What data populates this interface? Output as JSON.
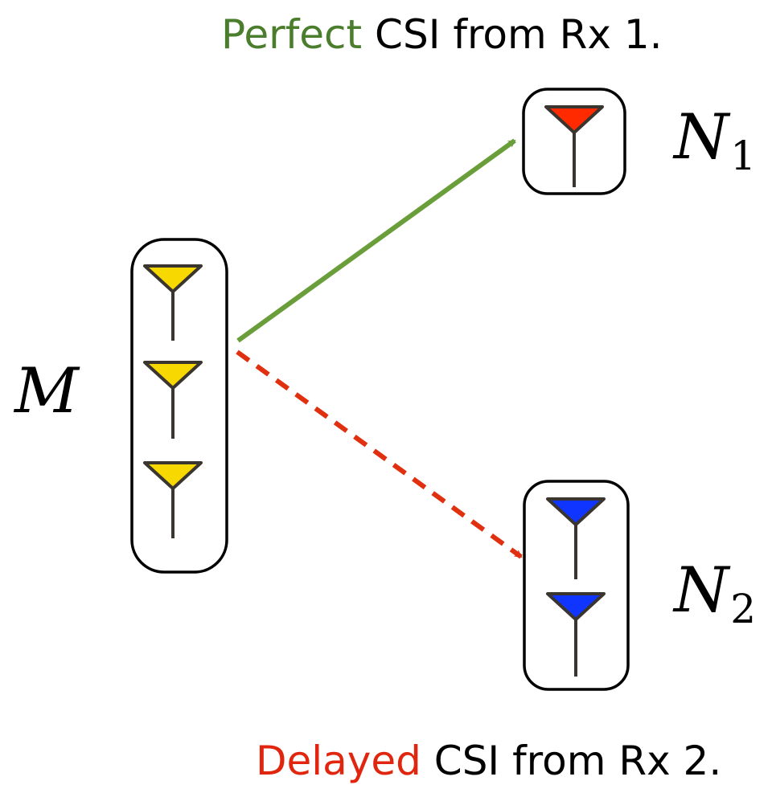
{
  "caption_top": {
    "highlight": "Perfect",
    "rest": " CSI from Rx 1.",
    "highlight_color": "#4a7d2c"
  },
  "caption_bottom": {
    "highlight": "Delayed",
    "rest": " CSI from Rx 2.",
    "highlight_color": "#e0260e"
  },
  "transmitter": {
    "label": "M",
    "antenna_count": 3,
    "antenna_color": "#f7d800"
  },
  "receiver_1": {
    "label_base": "N",
    "label_sub": "1",
    "antenna_count": 1,
    "antenna_color": "#ff2a00"
  },
  "receiver_2": {
    "label_base": "N",
    "label_sub": "2",
    "antenna_count": 2,
    "antenna_color": "#1035ff"
  },
  "links": {
    "perfect_color": "#6a9e3a",
    "delayed_color": "#e0300f"
  }
}
